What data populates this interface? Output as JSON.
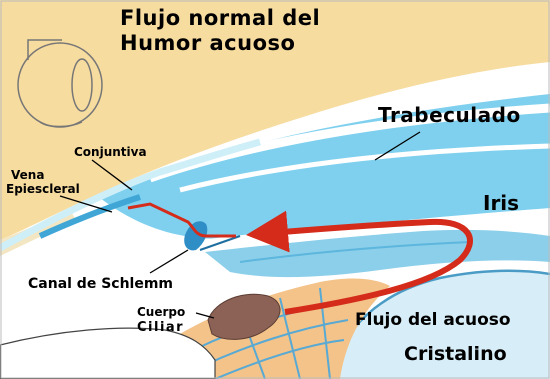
{
  "labels": {
    "title_line1": "Flujo normal del",
    "title_line2": "Humor acuoso",
    "trabeculado": "Trabeculado",
    "conjuntiva": "Conjuntiva",
    "vena_line1": "Vena",
    "vena_line2": "Epiescleral",
    "iris": "Iris",
    "canal": "Canal de Schlemm",
    "cuerpo_line1": "Cuerpo",
    "cuerpo_line2": "Ciliar",
    "flujo": "Flujo del acuoso",
    "cristalino": "Cristalino"
  },
  "colors": {
    "sclera": "#F7DCA0",
    "cornea": "#7FD0EE",
    "cornea_band": "#BDE7F6",
    "iris": "#8CCFEA",
    "lens": "#D7EEF8",
    "ciliary_body": "#8B6255",
    "ciliary_muscle": "#F3C38A",
    "flow_arrow": "#D42B1A"
  }
}
